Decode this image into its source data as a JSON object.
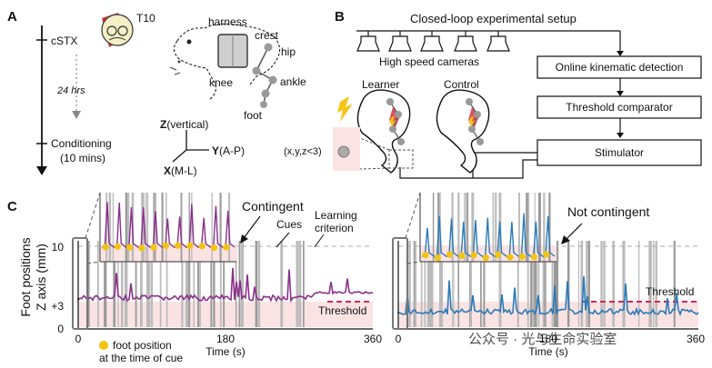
{
  "panels": {
    "a": "A",
    "b": "B",
    "c": "C"
  },
  "panel_a": {
    "cstx": "cSTX",
    "t10": "T10",
    "hrs": "24 hrs",
    "cond1": "Conditioning",
    "cond2": "(10 mins)",
    "harness": "harness",
    "crest": "crest",
    "hip": "hip",
    "knee": "knee",
    "ankle": "ankle",
    "foot": "foot",
    "axis_z": "Z",
    "axis_z_note": "(vertical)",
    "axis_y": "Y",
    "axis_y_note": "(A-P)",
    "axis_x": "X",
    "axis_x_note": "(M-L)"
  },
  "panel_b": {
    "title": "Closed-loop experimental setup",
    "cameras": "High speed cameras",
    "learner": "Learner",
    "control": "Control",
    "coord": "(x,y,z<3)",
    "boxes": [
      "Online kinematic detection",
      "Threshold comparator",
      "Stimulator"
    ],
    "colors": {
      "learner": "#8b2f8b",
      "control": "#2a7ab8",
      "lightning": "#f5c518",
      "red": "#e0505a"
    }
  },
  "panel_c": {
    "ylabel_1": "Foot positions",
    "ylabel_2": "Z axis (mm)",
    "xlabel": "Time (s)",
    "left_ticks": {
      "x": [
        "0",
        "180",
        "360"
      ],
      "y": [
        "10",
        "+3",
        "0"
      ]
    },
    "right_ticks": {
      "x": [
        "0",
        "180",
        "360"
      ]
    },
    "contingent": "Contingent",
    "cues": "Cues",
    "learning_1": "Learning",
    "learning_2": "criterion",
    "threshold": "Threshold",
    "not_contingent": "Not contingent",
    "legend_1": "foot position",
    "legend_2": "at the time of cue",
    "watermark": "公众号 · 光与生命实验室",
    "colors": {
      "contingent": "#8b2f8b",
      "not_contingent": "#2a7ab8",
      "threshold": "#d6245a",
      "cue": "#f2c40f",
      "shade": "#f9dede"
    }
  }
}
